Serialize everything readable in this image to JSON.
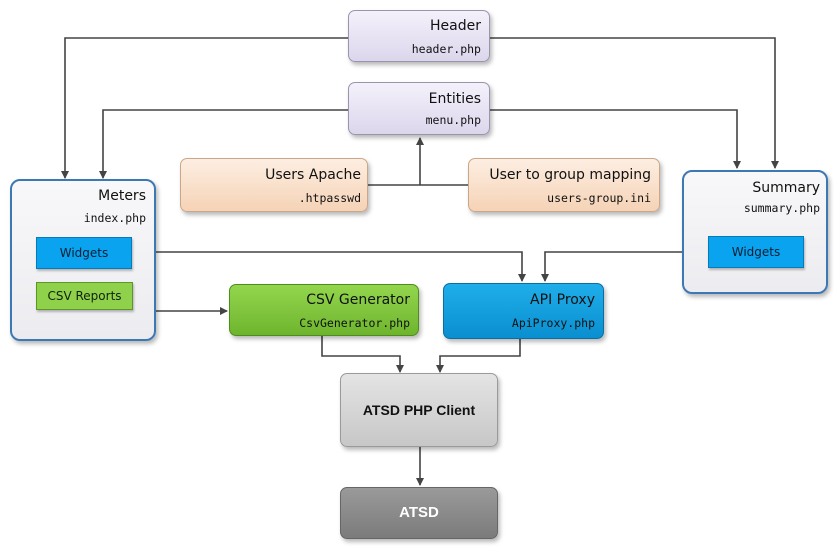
{
  "header": {
    "title": "Header",
    "file": "header.php"
  },
  "entities": {
    "title": "Entities",
    "file": "menu.php"
  },
  "users_apache": {
    "title": "Users Apache",
    "file": ".htpasswd"
  },
  "user_group": {
    "title": "User to group mapping",
    "file": "users-group.ini"
  },
  "meters": {
    "title": "Meters",
    "file": "index.php",
    "widgets_label": "Widgets",
    "csv_reports_label": "CSV Reports"
  },
  "summary": {
    "title": "Summary",
    "file": "summary.php",
    "widgets_label": "Widgets"
  },
  "csv_generator": {
    "title": "CSV Generator",
    "file": "CsvGenerator.php"
  },
  "api_proxy": {
    "title": "API Proxy",
    "file": "ApiProxy.php"
  },
  "atsd_client": {
    "title": "ATSD PHP Client"
  },
  "atsd": {
    "title": "ATSD"
  }
}
